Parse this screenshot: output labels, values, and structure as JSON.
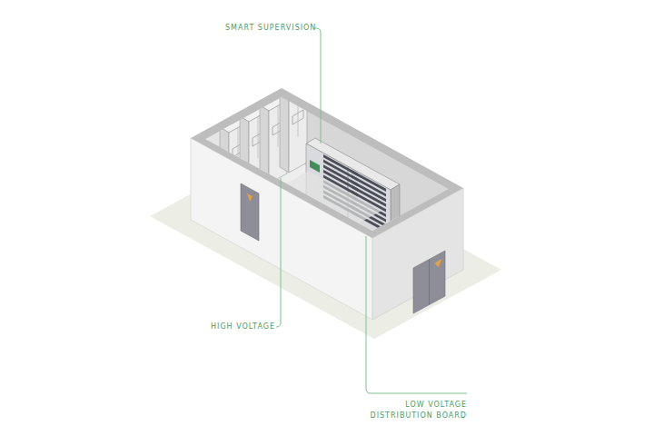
{
  "diagram": {
    "labels": [
      "SMART SUPERVISION",
      "HIGH VOLTAGE",
      "LOW VOLTAGE DISTRIBUTION BOARD"
    ]
  }
}
